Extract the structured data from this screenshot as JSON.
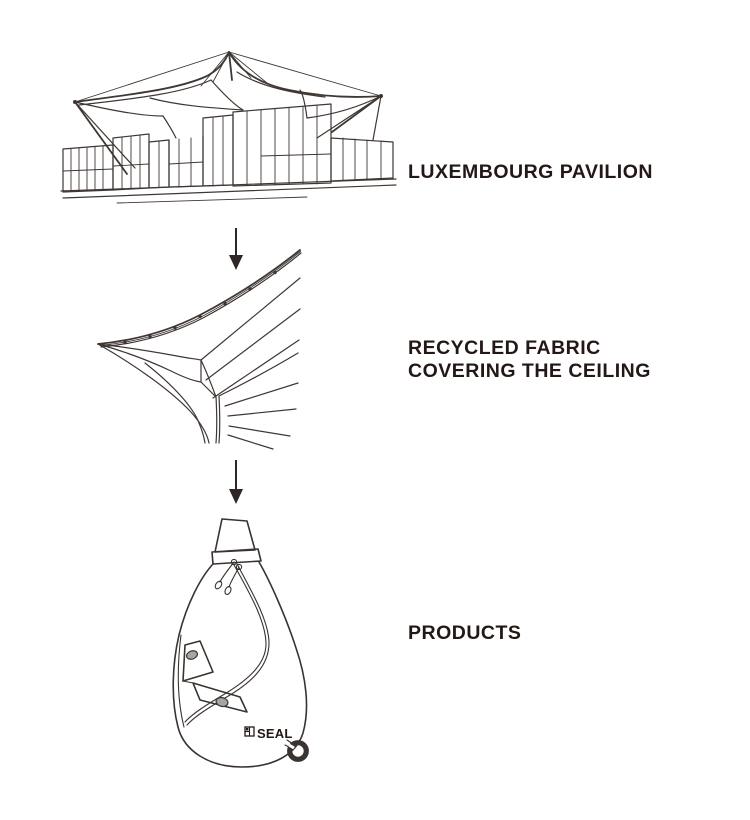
{
  "title": "Luxembourg Pavilion recycling flow diagram",
  "colors": {
    "background": "#ffffff",
    "line": "#3f3733",
    "text": "#231815",
    "grommet_gray": "#a7a4a2"
  },
  "steps": [
    {
      "id": "pavilion",
      "label": "LUXEMBOURG PAVILION",
      "illustration": "luxembourg-pavilion-line-drawing"
    },
    {
      "id": "fabric",
      "label": "RECYCLED FABRIC\nCOVERING THE CEILING",
      "illustration": "ceiling-membrane-fabric-line-drawing"
    },
    {
      "id": "products",
      "label": "PRODUCTS",
      "illustration": "recycled-sling-bag-line-drawing"
    }
  ],
  "connectors": [
    {
      "type": "down-arrow"
    },
    {
      "type": "down-arrow"
    }
  ],
  "bag": {
    "logo_text": "SEAL"
  }
}
